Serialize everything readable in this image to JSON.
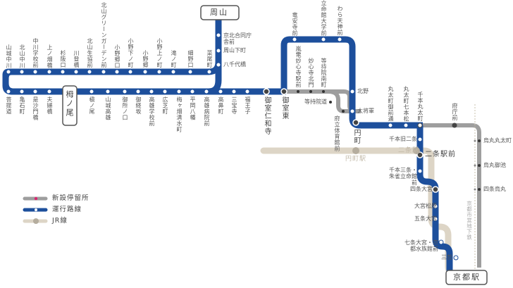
{
  "colors": {
    "operating_line": "#1d4f9c",
    "new_stop_line": "#9e9e9e",
    "jr_line": "#ddd5c6",
    "new_stop_dot": "#d6286f",
    "subway_dashed": "#c8c0ae",
    "text": "#555555"
  },
  "terminals": {
    "shuzan": "周山",
    "umenoo": "栂ノ尾",
    "kyoto_station": "京都駅"
  },
  "upper_row": [
    "山城中川",
    "北山中川",
    "中川学校前",
    "上ノ畑橋",
    "杉阪口",
    "川登橋",
    "北山生協前",
    "北山グリーンガーデン前",
    "小野郷口",
    "小野下ノ町",
    "小野郷",
    "小野上ノ町",
    "滝ノ町",
    "細野口",
    "菜尾町"
  ],
  "shuzan_branch": [
    "京北合同庁舎前",
    "周山下町",
    "八千代橋"
  ],
  "lower_row_left": [
    "菩提道",
    "亀石町",
    "是沙門橋",
    "夫婦橋"
  ],
  "lower_row_right": [
    "槇ノ尾",
    "山城高雄",
    "御所ノ口",
    "御経坂",
    "高雄学校前",
    "広芝町",
    "梅ヶ畑清水町",
    "平岡八幡",
    "高雄病院前",
    "高鼻町",
    "三宝寺",
    "福王子",
    "御室仁和寺"
  ],
  "kinugasa_loop": {
    "omuro_higashi": "御室東",
    "top": [
      "竜安寺前",
      "立命館大学前",
      "わら天神前"
    ],
    "kitano": "北野",
    "daishogun": "大将軍",
    "emmachi": "円町"
  },
  "new_stops_gray": [
    "嵐電妙心寺駅前",
    "妙心寺北門",
    "等持院南町",
    "等持院道",
    "府立体育館前"
  ],
  "marutamachi_row": [
    "丸太町御前通",
    "丸太町七本松",
    "千本丸太町"
  ],
  "senbon_line": [
    "千本旧二条",
    "二条駅前",
    "千本三条・朱雀立命館前",
    "四条大宮",
    "大宮松原",
    "五条大宮",
    "七条大宮・京都水族館前",
    "三哲"
  ],
  "east_gray": {
    "fucho": "府庁前",
    "stops": [
      "烏丸丸太町",
      "烏丸御池",
      "四条烏丸"
    ],
    "subway_label": "京都市営地下鉄"
  },
  "jr_stations": {
    "emmachi": "円町駅",
    "nijo": "二条駅"
  },
  "legend": [
    {
      "label": "新設停留所",
      "type": "new_stop"
    },
    {
      "label": "運行路線",
      "type": "operating"
    },
    {
      "label": "JR線",
      "type": "jr"
    }
  ]
}
